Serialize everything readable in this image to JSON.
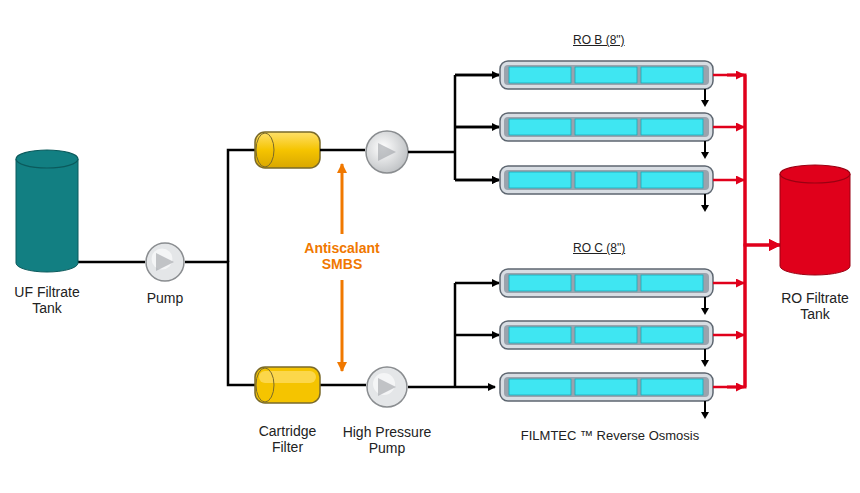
{
  "diagram": {
    "nodes": [
      {
        "text": [
          "UF Filtrate Tank"
        ]
      },
      {
        "text": [
          "Pump"
        ]
      },
      {
        "text": [
          "Cartridge Filter"
        ]
      },
      {
        "text": [
          "High Pressure Pump"
        ]
      },
      {
        "text": [
          "RO B (8\")"
        ]
      },
      {
        "text": [
          "RO C (8\")"
        ]
      },
      {
        "text": [
          "RO Filtrate Tank"
        ]
      }
    ],
    "edges": [
      {
        "from": 0,
        "to": 1,
        "arrow": "none"
      },
      {
        "from": 1,
        "to": 2,
        "arrow": "none"
      },
      {
        "from": 2,
        "to": 3,
        "arrow": "none"
      },
      {
        "from": 3,
        "to": 5,
        "arrow": "to"
      },
      {
        "from": 4,
        "to": 6,
        "arrow": "to"
      },
      {
        "from": 5,
        "to": 6,
        "arrow": "to"
      }
    ],
    "labels": [
      "Antiscalant SMBS",
      "FILMTEC ™ Reverse Osmosis"
    ]
  }
}
